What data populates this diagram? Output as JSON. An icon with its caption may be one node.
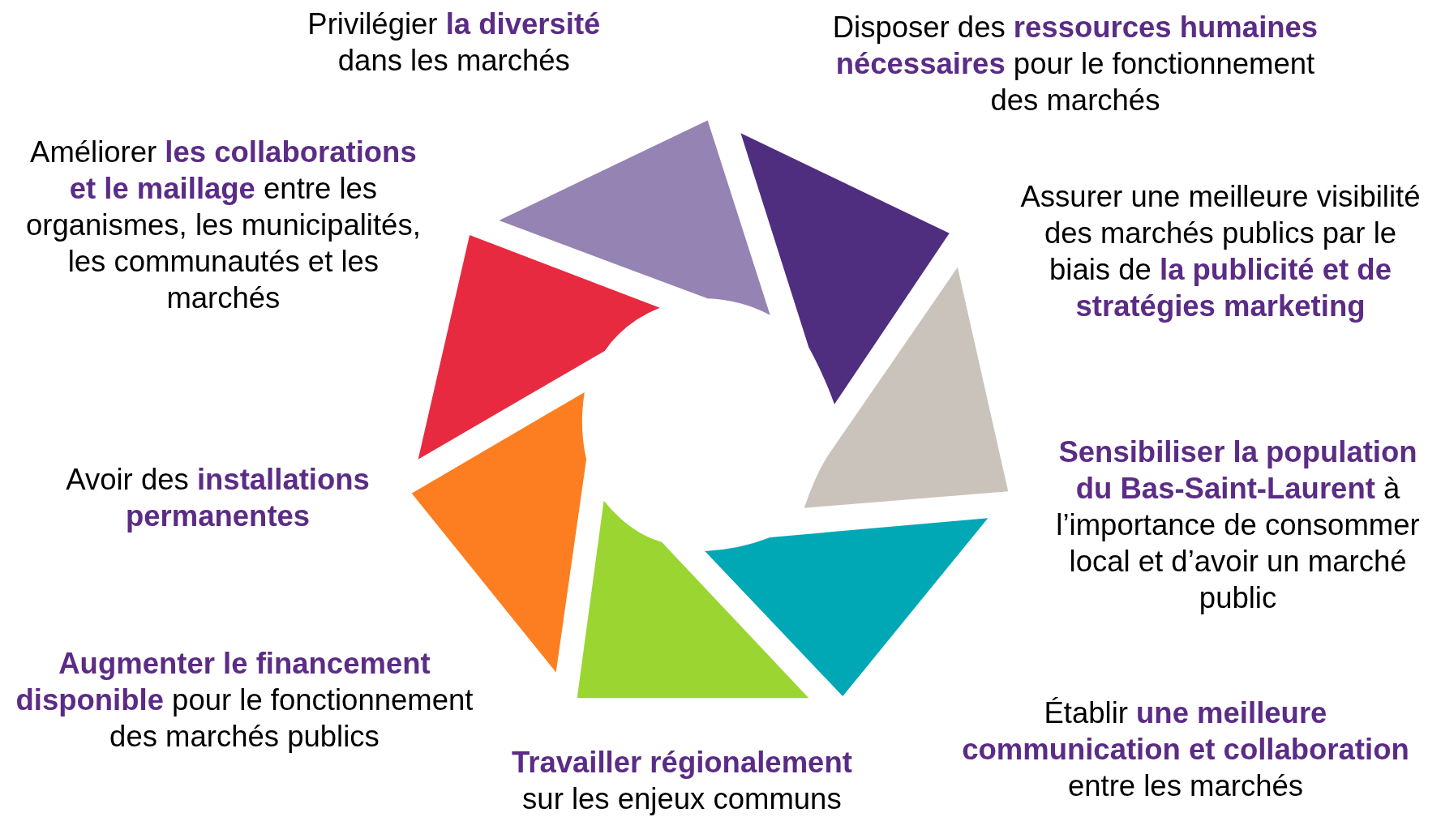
{
  "diagram": {
    "nodes": [
      {
        "text": [],
        "shape": "triangle"
      },
      {
        "text": [],
        "shape": "triangle"
      },
      {
        "text": [],
        "shape": "triangle"
      },
      {
        "text": [],
        "shape": "triangle"
      },
      {
        "text": [],
        "shape": "triangle"
      },
      {
        "text": [],
        "shape": "triangle"
      },
      {
        "text": [],
        "shape": "triangle"
      }
    ],
    "labels": [
      "Privilégier **la diversité** dans les marchés",
      "Disposer des **ressources humaines nécessaires** pour le fonctionnement des marchés",
      "Améliorer **les collaborations et le maillage** entre les organismes, les municipalités, les communautés et les marchés",
      "Assurer une meilleure visibilité des marchés publics par le biais de **la publicité et de stratégies marketing**",
      "**Sensibiliser la population du Bas-Saint-Laurent** à l’importance de consommer local et d’avoir un marché public",
      "Avoir des **installations permanentes**",
      "**Augmenter le financement disponible** pour le fonctionnement des marchés publics",
      "**Travailler régionalement** sur les enjeux communs",
      "Établir **une meilleure communication et collaboration** entre les marchés"
    ]
  }
}
